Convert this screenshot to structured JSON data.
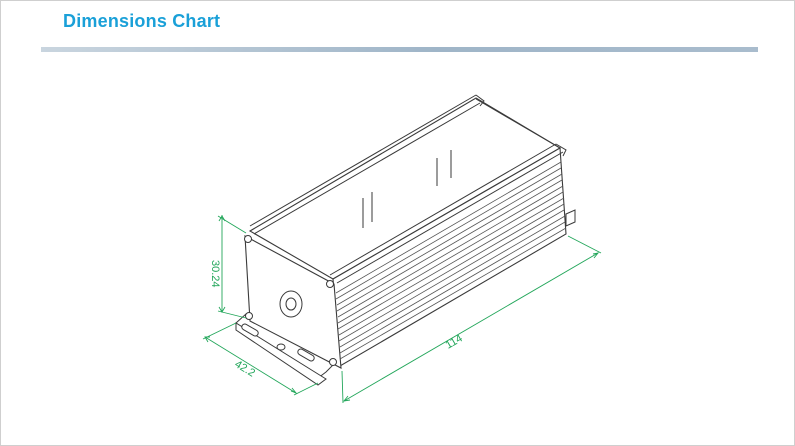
{
  "header": {
    "title": "Dimensions Chart"
  },
  "diagram": {
    "dimensions": {
      "height": "30.24",
      "width": "42.2",
      "length": "114"
    },
    "colors": {
      "title": "#1aa0d8",
      "dimension_lines": "#22a65a",
      "outline": "#3a3a3a"
    }
  }
}
